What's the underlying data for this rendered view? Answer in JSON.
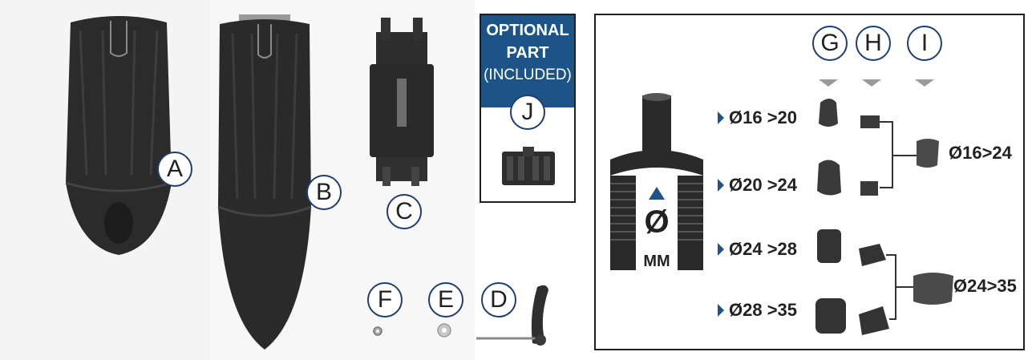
{
  "labels": {
    "a": "A",
    "b": "B",
    "c": "C",
    "d": "D",
    "e": "E",
    "f": "F",
    "g": "G",
    "h": "H",
    "i": "I",
    "j": "J"
  },
  "optional": {
    "line1": "OPTIONAL",
    "line2": "PART",
    "line3": "(INCLUDED)"
  },
  "fork": {
    "symbol": "Ø",
    "unit": "MM"
  },
  "ranges": [
    "Ø16 >20",
    "Ø20 >24",
    "Ø24 >28",
    "Ø28 >35"
  ],
  "combined": [
    "Ø16>24",
    "Ø24>35"
  ],
  "colors": {
    "brand_blue": "#1c5488",
    "circle_border": "#1e3d73",
    "part_dark": "#2a2a2a"
  }
}
